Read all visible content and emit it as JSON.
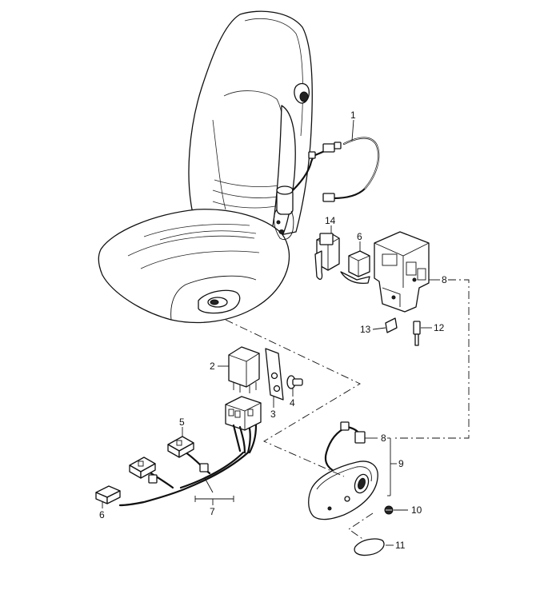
{
  "callouts": {
    "c1": "1",
    "c2": "2",
    "c3": "3",
    "c4": "4",
    "c5": "5",
    "c6a": "6",
    "c6b": "6",
    "c7": "7",
    "c8a": "8",
    "c8b": "8",
    "c9": "9",
    "c10": "10",
    "c11": "11",
    "c12": "12",
    "c13": "13",
    "c14": "14"
  }
}
